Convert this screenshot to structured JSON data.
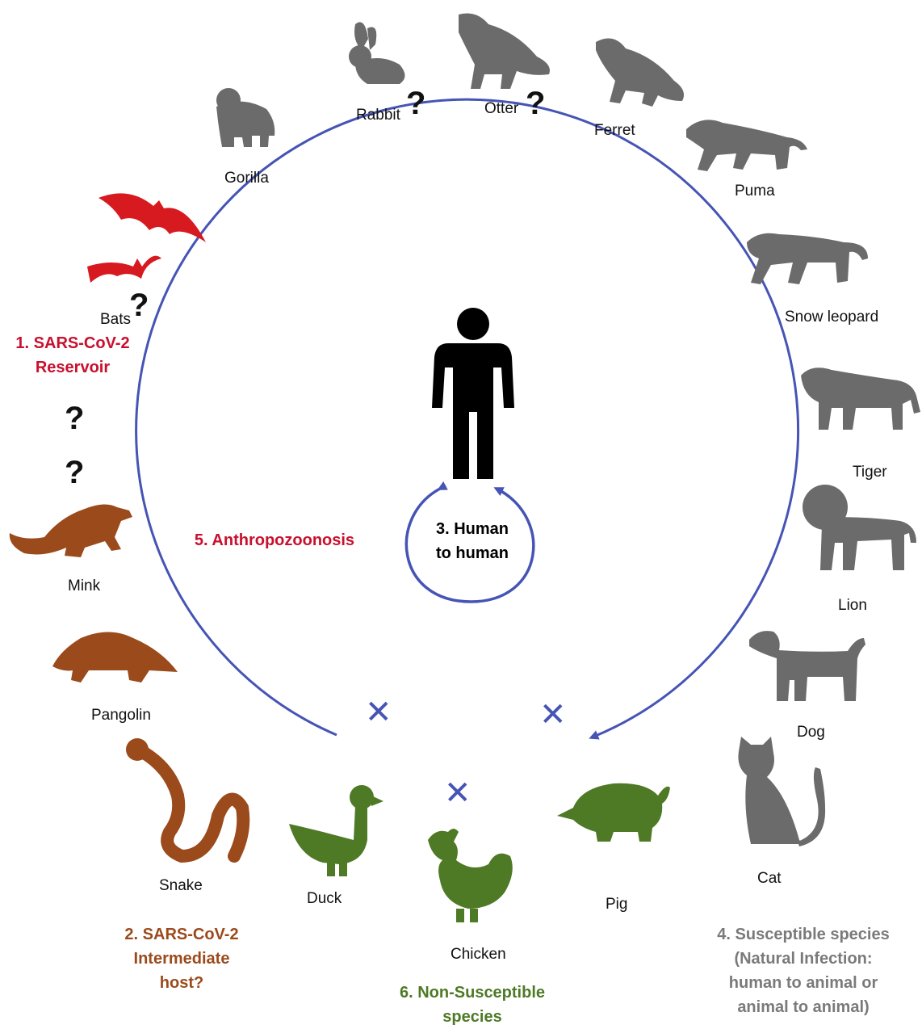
{
  "colors": {
    "reservoir": "#c8102e",
    "intermediate": "#9b4a1c",
    "susceptible": "#6b6b6b",
    "non_susceptible": "#4e7a26",
    "arrow": "#4554b5",
    "human": "#000000"
  },
  "center": {
    "human_icon": "human-icon",
    "caption_line1": "3. Human",
    "caption_line2": "to human"
  },
  "anthropozoonosis": "5. Anthropozoonosis",
  "reservoir_group": {
    "line1": "1. SARS-CoV-2",
    "line2": "Reservoir",
    "animals": [
      "Bats"
    ]
  },
  "intermediate_group": {
    "line1": "2. SARS-CoV-2",
    "line2": "Intermediate",
    "line3": "host?",
    "animals": [
      "Mink",
      "Pangolin",
      "Snake"
    ]
  },
  "susceptible_group": {
    "line1": "4. Susceptible species",
    "line2": "(Natural Infection:",
    "line3": "human to animal or",
    "line4": "animal to animal)",
    "animals": [
      "Gorilla",
      "Rabbit",
      "Otter",
      "Ferret",
      "Puma",
      "Snow leopard",
      "Tiger",
      "Lion",
      "Dog",
      "Cat"
    ]
  },
  "non_susceptible_group": {
    "line1": "6. Non-Susceptible",
    "line2": "species",
    "animals": [
      "Duck",
      "Chicken",
      "Pig"
    ]
  },
  "question_mark": "?",
  "cross_mark": "✕"
}
